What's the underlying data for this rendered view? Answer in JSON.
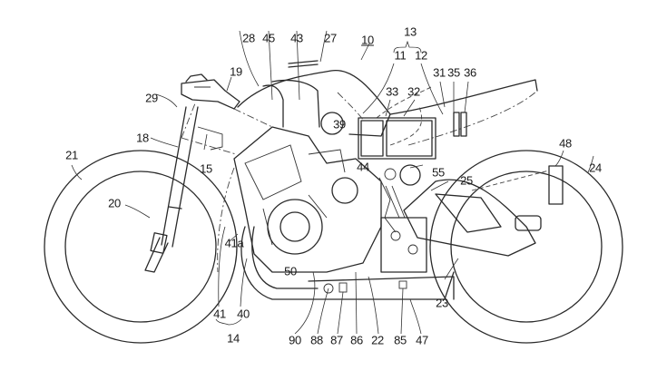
{
  "figure": {
    "subject": "motorcycle side-view patent drawing",
    "line_color": "#2a2a2a",
    "background": "#ffffff"
  },
  "labels": {
    "n10": "10",
    "n13": "13",
    "n11": "11",
    "n12": "12",
    "n28": "28",
    "n45": "45",
    "n43": "43",
    "n27": "27",
    "n19": "19",
    "n29": "29",
    "n31": "31",
    "n35": "35",
    "n36": "36",
    "n33": "33",
    "n32": "32",
    "n39": "39",
    "n18": "18",
    "n15": "15",
    "n21": "21",
    "n44": "44",
    "n55": "55",
    "n25": "25",
    "n48": "48",
    "n24": "24",
    "n20": "20",
    "n41a": "41a",
    "n50": "50",
    "n23": "23",
    "n41": "41",
    "n40": "40",
    "n14": "14",
    "n90": "90",
    "n88": "88",
    "n87": "87",
    "n86": "86",
    "n22": "22",
    "n85": "85",
    "n47": "47"
  }
}
